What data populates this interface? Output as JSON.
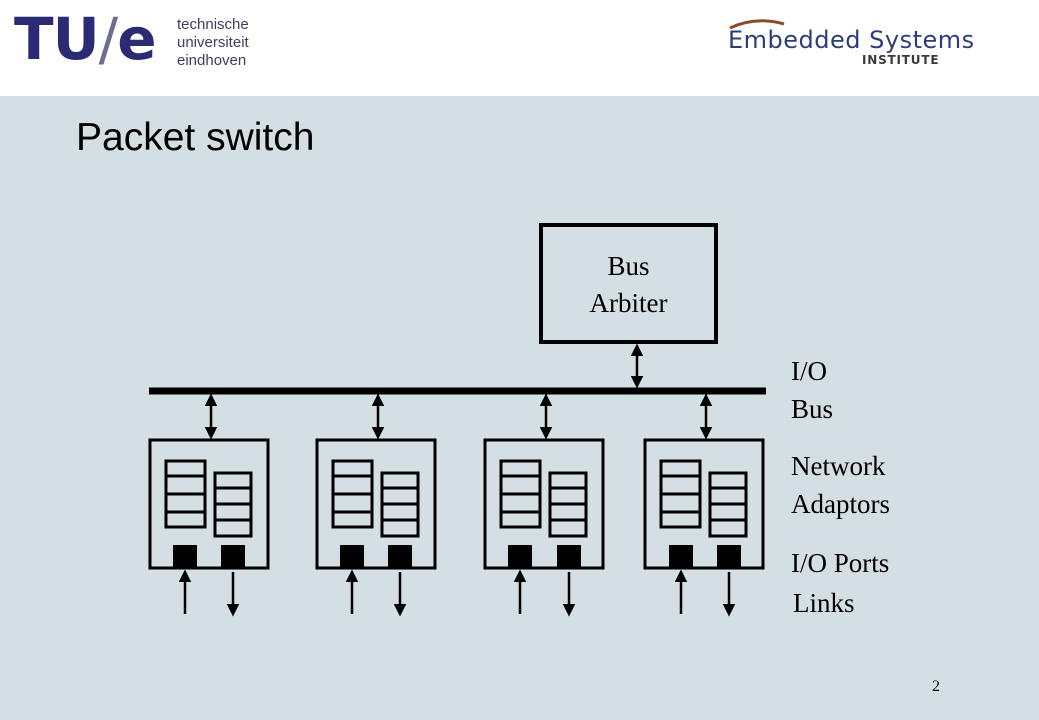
{
  "header": {
    "tue_logo": {
      "letters_left": "TU",
      "slash": "/",
      "letter_right": "e"
    },
    "tue_text": [
      "technische",
      "universiteit",
      "eindhoven"
    ],
    "esi_logo": {
      "main": "Embedded Systems",
      "sub": "INSTITUTE",
      "arc_color": "#8b4a2b"
    }
  },
  "slide": {
    "title": "Packet switch",
    "page_number": "2"
  },
  "diagram": {
    "arbiter_label": [
      "Bus",
      "Arbiter"
    ],
    "legend": {
      "io_bus": [
        "I/O",
        "Bus"
      ],
      "network_adaptors": [
        "Network",
        "Adaptors"
      ],
      "io_ports": "I/O Ports",
      "links": "Links"
    },
    "adaptor_count": 4
  },
  "colors": {
    "background": "#d4dfe3",
    "header": "#ffffff",
    "logo_blue": "#2b2a74",
    "line": "#000000"
  }
}
